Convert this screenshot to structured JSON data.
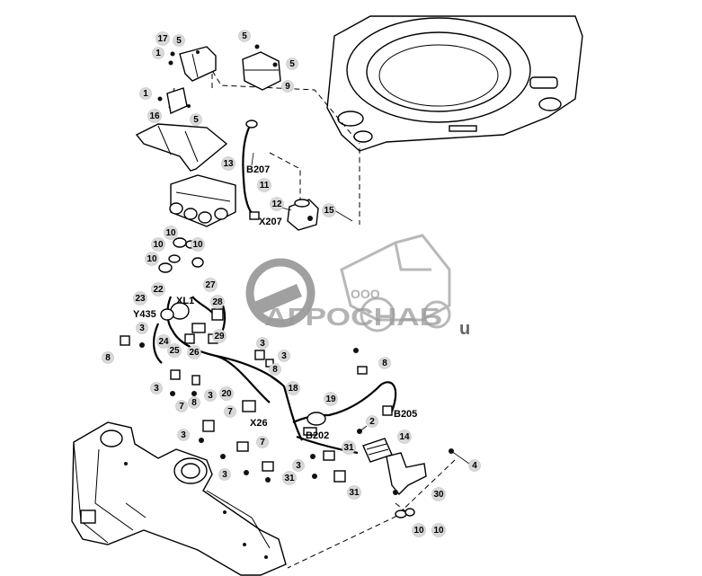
{
  "callouts": [
    {
      "id": "17",
      "label": "17"
    },
    {
      "id": "5a",
      "label": "5"
    },
    {
      "id": "1a",
      "label": "1"
    },
    {
      "id": "5b",
      "label": "5"
    },
    {
      "id": "5c",
      "label": "5"
    },
    {
      "id": "9",
      "label": "9"
    },
    {
      "id": "1b",
      "label": "1"
    },
    {
      "id": "16",
      "label": "16"
    },
    {
      "id": "5d",
      "label": "5"
    },
    {
      "id": "13",
      "label": "13"
    },
    {
      "id": "11",
      "label": "11"
    },
    {
      "id": "12",
      "label": "12"
    },
    {
      "id": "15",
      "label": "15"
    },
    {
      "id": "10a",
      "label": "10"
    },
    {
      "id": "10b",
      "label": "10"
    },
    {
      "id": "10c",
      "label": "10"
    },
    {
      "id": "10d",
      "label": "10"
    },
    {
      "id": "22",
      "label": "22"
    },
    {
      "id": "27",
      "label": "27"
    },
    {
      "id": "23",
      "label": "23"
    },
    {
      "id": "28",
      "label": "28"
    },
    {
      "id": "3a",
      "label": "3"
    },
    {
      "id": "24",
      "label": "24"
    },
    {
      "id": "25",
      "label": "25"
    },
    {
      "id": "26",
      "label": "26"
    },
    {
      "id": "29",
      "label": "29"
    },
    {
      "id": "8a",
      "label": "8"
    },
    {
      "id": "3b",
      "label": "3"
    },
    {
      "id": "3c",
      "label": "3"
    },
    {
      "id": "8b",
      "label": "8"
    },
    {
      "id": "8c",
      "label": "8"
    },
    {
      "id": "3d",
      "label": "3"
    },
    {
      "id": "7a",
      "label": "7"
    },
    {
      "id": "8d",
      "label": "8"
    },
    {
      "id": "3e",
      "label": "3"
    },
    {
      "id": "20",
      "label": "20"
    },
    {
      "id": "18",
      "label": "18"
    },
    {
      "id": "19",
      "label": "19"
    },
    {
      "id": "7b",
      "label": "7"
    },
    {
      "id": "2",
      "label": "2"
    },
    {
      "id": "14",
      "label": "14"
    },
    {
      "id": "3f",
      "label": "3"
    },
    {
      "id": "7c",
      "label": "7"
    },
    {
      "id": "31a",
      "label": "31"
    },
    {
      "id": "3g",
      "label": "3"
    },
    {
      "id": "4",
      "label": "4"
    },
    {
      "id": "3h",
      "label": "3"
    },
    {
      "id": "31b",
      "label": "31"
    },
    {
      "id": "31c",
      "label": "31"
    },
    {
      "id": "30",
      "label": "30"
    },
    {
      "id": "10e",
      "label": "10"
    },
    {
      "id": "10f",
      "label": "10"
    }
  ],
  "connectors": {
    "b207": "B207",
    "x207": "X207",
    "xl1": "XL1",
    "y435": "Y435",
    "x26": "X26",
    "b205": "B205",
    "b202": "B202"
  },
  "watermark": {
    "ooo": "ООО",
    "brand": "АГРОСНАБ",
    "suffix": "u"
  },
  "colors": {
    "line": "#000000",
    "callout_fill": "#d9d9d9",
    "watermark": "#9a9a9a"
  }
}
